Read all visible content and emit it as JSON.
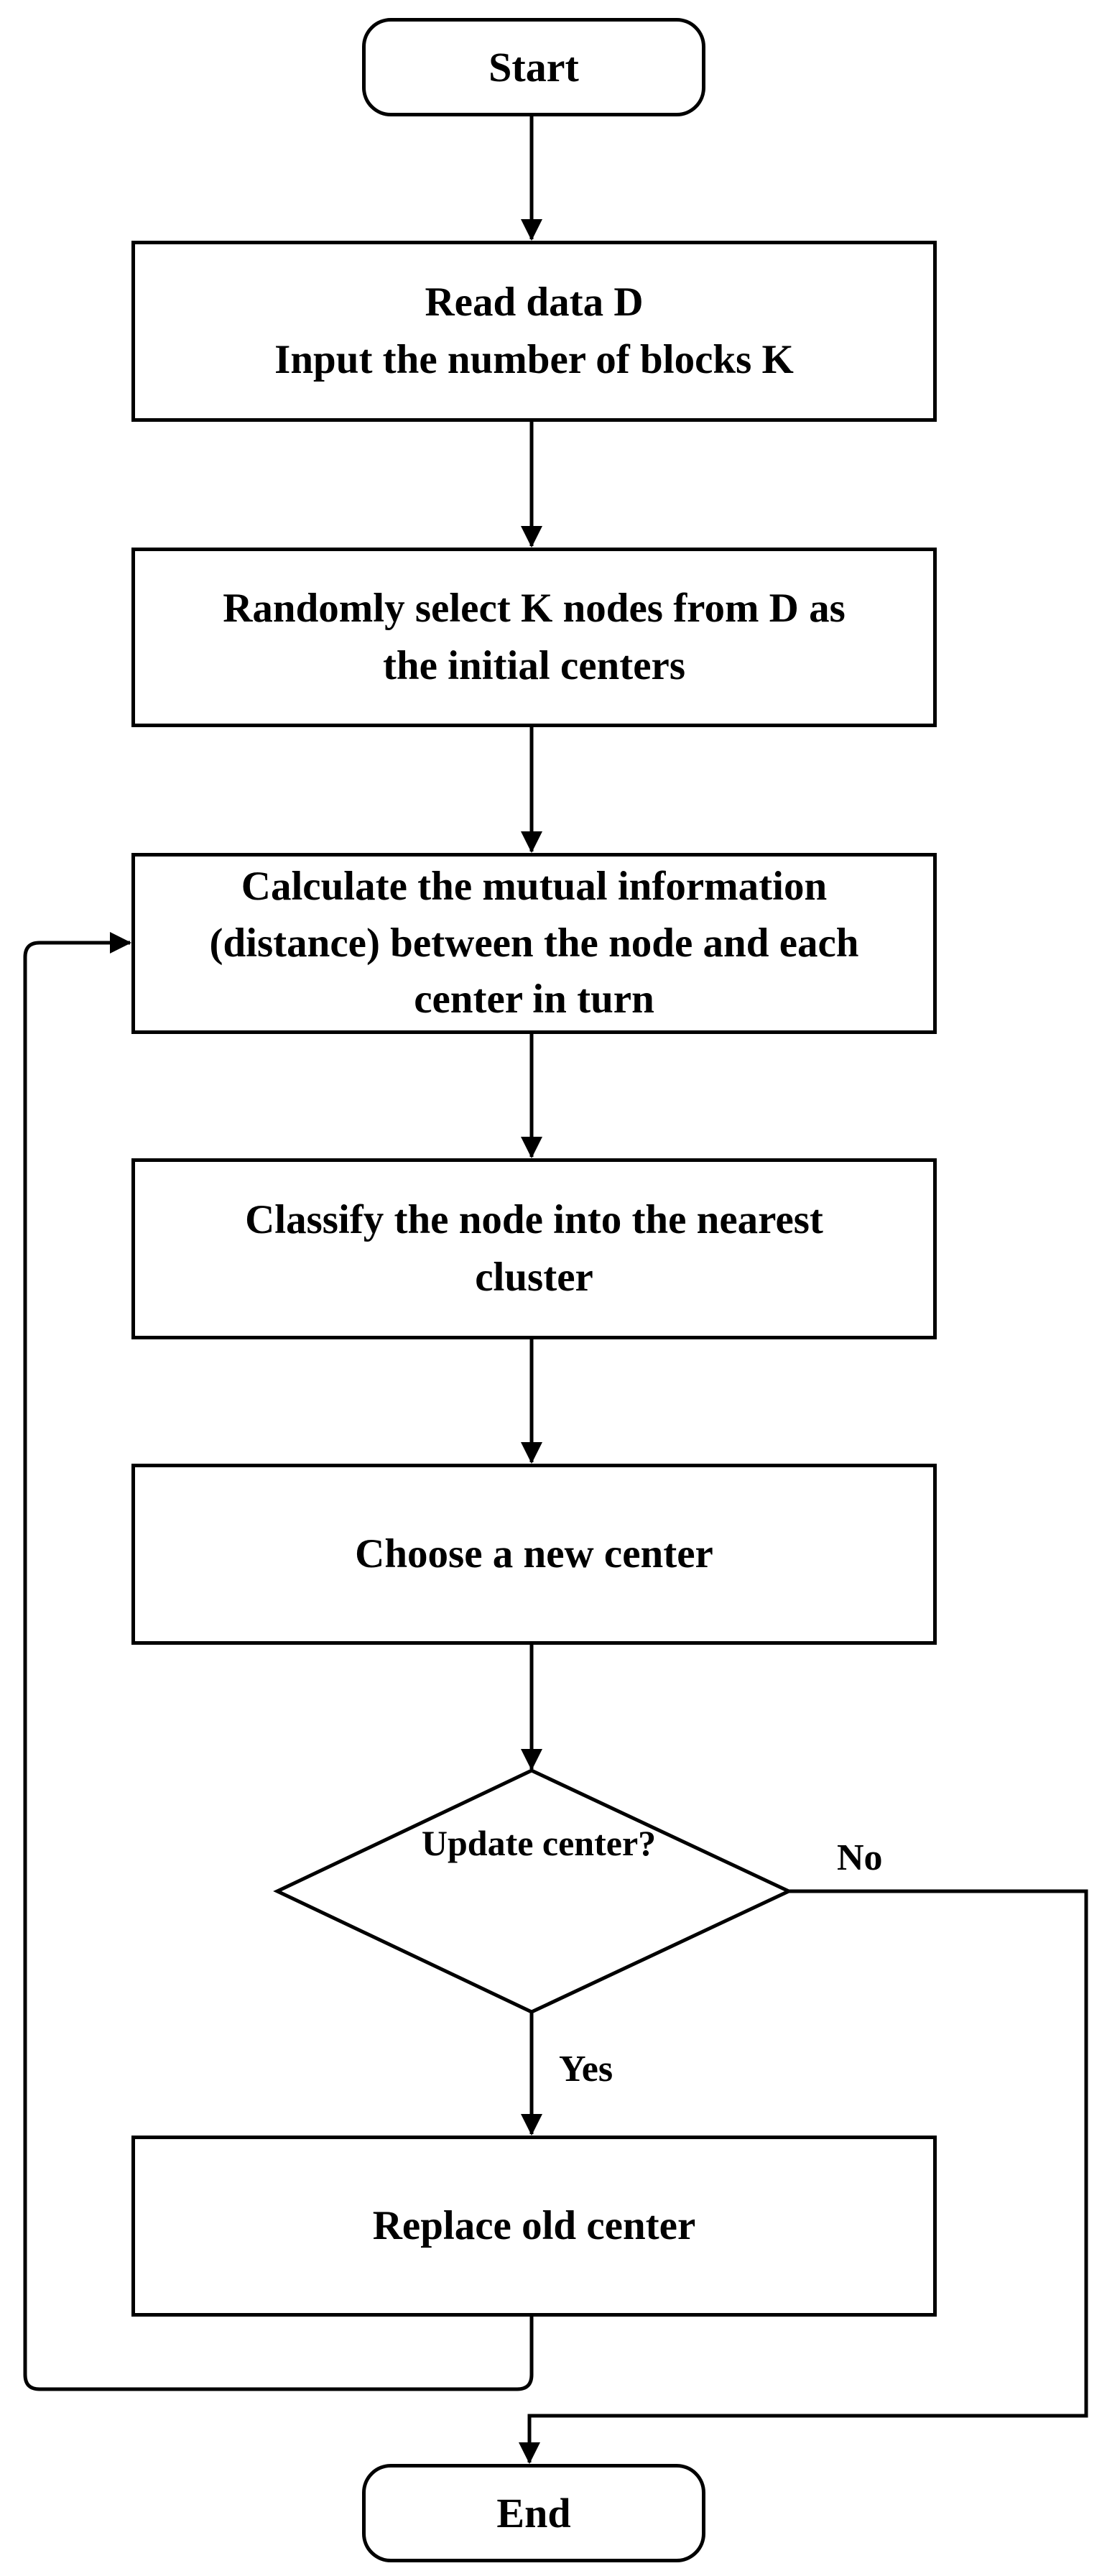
{
  "nodes": {
    "start": "Start",
    "read_data_line1": "Read data D",
    "read_data_line2": "Input the number of blocks K",
    "random_select_line1": "Randomly select K nodes from D as",
    "random_select_line2": "the initial centers",
    "calculate_line1": "Calculate the mutual information",
    "calculate_line2": "(distance) between the node and each",
    "calculate_line3": "center in turn",
    "classify_line1": "Classify the node into the nearest",
    "classify_line2": "cluster",
    "choose_center": "Choose a new center",
    "decision_line1": "Update",
    "decision_line2": "center?",
    "replace_center": "Replace old center",
    "end": "End"
  },
  "edge_labels": {
    "no": "No",
    "yes": "Yes"
  }
}
